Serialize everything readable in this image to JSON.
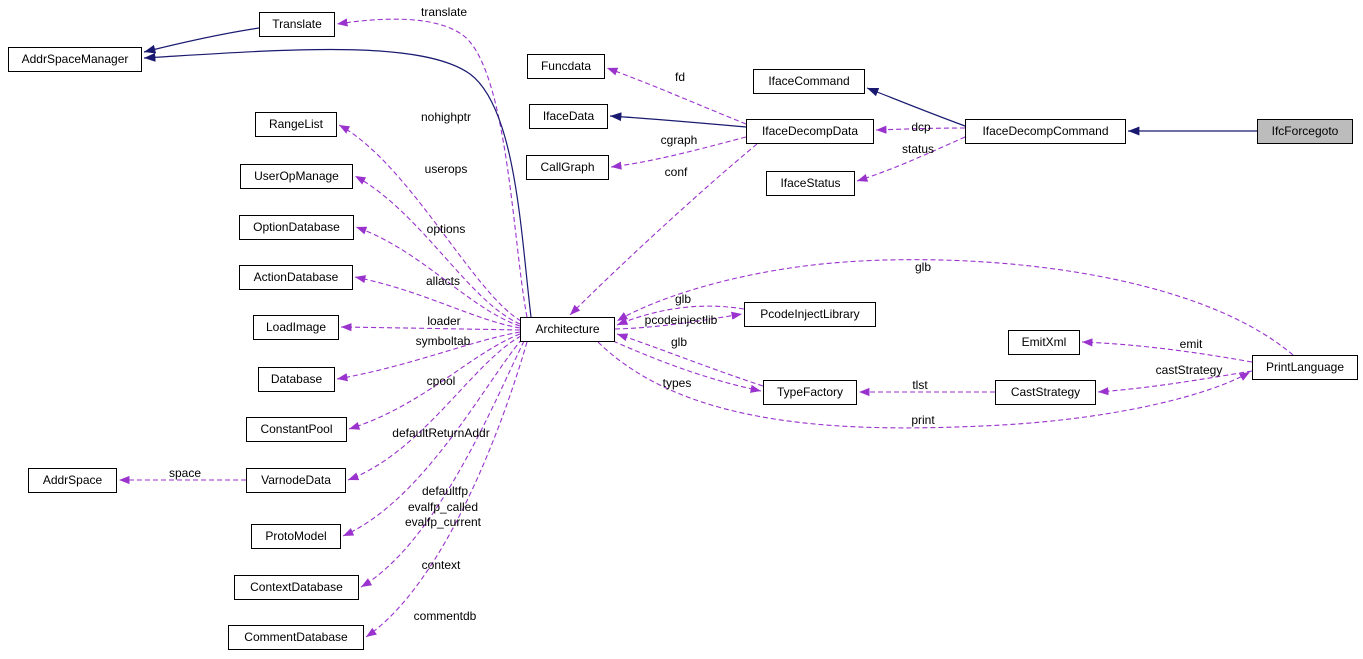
{
  "colors": {
    "inheritance_edge": "#191970",
    "usage_edge": "#9a32cd",
    "node_border": "#000000",
    "node_bg": "#ffffff",
    "current_node_bg": "#bcbcbc"
  },
  "nodes": {
    "translate": "Translate",
    "addrspacemanager": "AddrSpaceManager",
    "rangelist": "RangeList",
    "useropmanage": "UserOpManage",
    "optiondatabase": "OptionDatabase",
    "actiondatabase": "ActionDatabase",
    "loadimage": "LoadImage",
    "database": "Database",
    "constantpool": "ConstantPool",
    "addrspace": "AddrSpace",
    "varnodedata": "VarnodeData",
    "protomodel": "ProtoModel",
    "contextdatabase": "ContextDatabase",
    "commentdatabase": "CommentDatabase",
    "funcdata": "Funcdata",
    "ifacedata": "IfaceData",
    "callgraph": "CallGraph",
    "architecture": "Architecture",
    "pcodeinjectlibrary": "PcodeInjectLibrary",
    "typefactory": "TypeFactory",
    "ifacecommand": "IfaceCommand",
    "ifacedecompdata": "IfaceDecompData",
    "ifacestatus": "IfaceStatus",
    "ifacedecompcommand": "IfaceDecompCommand",
    "ifcforcegoto": "IfcForcegoto",
    "emitxml": "EmitXml",
    "caststrategy": "CastStrategy",
    "printlanguage": "PrintLanguage"
  },
  "edge_labels": {
    "translate": "translate",
    "nohighptr": "nohighptr",
    "userops": "userops",
    "options": "options",
    "allacts": "allacts",
    "loader": "loader",
    "symboltab": "symboltab",
    "cpool": "cpool",
    "defaultreturnaddr": "defaultReturnAddr",
    "space": "space",
    "defaultfp": "defaultfp",
    "evalfp_called": "evalfp_called",
    "evalfp_current": "evalfp_current",
    "context": "context",
    "commentdb": "commentdb",
    "fd": "fd",
    "cgraph": "cgraph",
    "conf": "conf",
    "dcp": "dcp",
    "status": "status",
    "glb_printlanguage": "glb",
    "glb_pcodeinject": "glb",
    "pcodeinjectlib": "pcodeinjectlib",
    "glb_typefactory": "glb",
    "types": "types",
    "tlst": "tlst",
    "print": "print",
    "emit": "emit",
    "caststrategy": "castStrategy"
  }
}
